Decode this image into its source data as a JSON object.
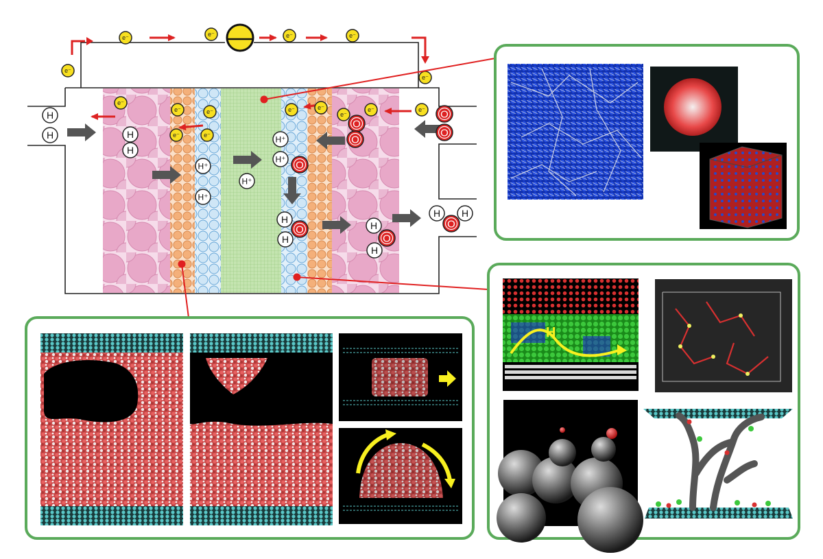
{
  "particles": {
    "electron": "e⁻",
    "proton": "H⁺",
    "hydrogen": "H",
    "oxygen": "O"
  },
  "panels": {
    "diffusion_label": "H"
  },
  "colors": {
    "gas_diffusion_layer": "#e8a8c8",
    "catalyst_layer": "#f4b07a",
    "ionomer_layer": "#b8d8f0",
    "membrane": "#b8dca0",
    "panel_border": "#5aaa5a",
    "flow_arrow": "#555555",
    "electron_arrow": "#dd2222",
    "electron_fill": "#f8e020",
    "oxygen_fill": "#dd2222",
    "highlight_arrow": "#f8f020"
  },
  "icons": [
    "load-lamp-icon",
    "electron-icon",
    "proton-icon",
    "hydrogen-atom-icon",
    "oxygen-atom-icon"
  ]
}
